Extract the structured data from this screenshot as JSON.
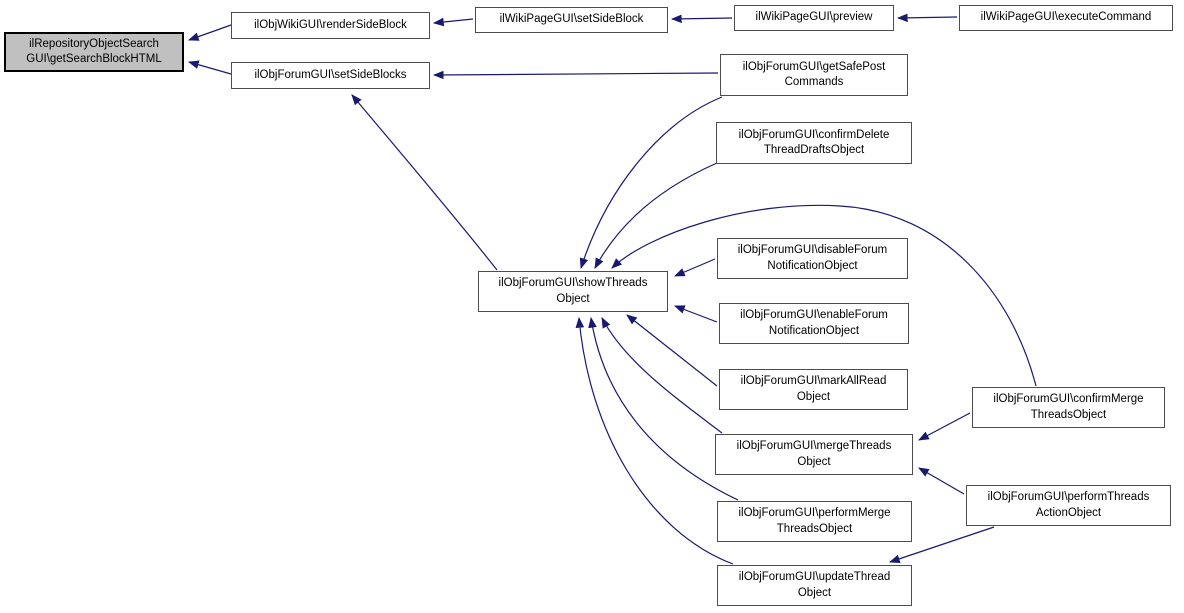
{
  "graph": {
    "kind": "caller-graph",
    "colors": {
      "edge": "#191970",
      "node_fill": "#ffffff",
      "node_border": "#4d4d4d",
      "current_node_fill": "#c0c0c0",
      "current_node_border": "#000000"
    },
    "nodes": [
      {
        "id": "getSearchBlockHTML",
        "label": "ilRepositoryObjectSearch\nGUI\\getSearchBlockHTML",
        "current": true
      },
      {
        "id": "renderSideBlock",
        "label": "ilObjWikiGUI\\renderSideBlock"
      },
      {
        "id": "setSideBlocks",
        "label": "ilObjForumGUI\\setSideBlocks"
      },
      {
        "id": "setSideBlock",
        "label": "ilWikiPageGUI\\setSideBlock"
      },
      {
        "id": "preview",
        "label": "ilWikiPageGUI\\preview"
      },
      {
        "id": "executeCommand",
        "label": "ilWikiPageGUI\\executeCommand"
      },
      {
        "id": "getSafePostCommands",
        "label": "ilObjForumGUI\\getSafePost\nCommands"
      },
      {
        "id": "confirmDeleteThreadDraftsObject",
        "label": "ilObjForumGUI\\confirmDelete\nThreadDraftsObject"
      },
      {
        "id": "showThreadsObject",
        "label": "ilObjForumGUI\\showThreads\nObject"
      },
      {
        "id": "disableForumNotificationObject",
        "label": "ilObjForumGUI\\disableForum\nNotificationObject"
      },
      {
        "id": "enableForumNotificationObject",
        "label": "ilObjForumGUI\\enableForum\nNotificationObject"
      },
      {
        "id": "markAllReadObject",
        "label": "ilObjForumGUI\\markAllRead\nObject"
      },
      {
        "id": "mergeThreadsObject",
        "label": "ilObjForumGUI\\mergeThreads\nObject"
      },
      {
        "id": "performMergeThreadsObject",
        "label": "ilObjForumGUI\\performMerge\nThreadsObject"
      },
      {
        "id": "updateThreadObject",
        "label": "ilObjForumGUI\\updateThread\nObject"
      },
      {
        "id": "confirmMergeThreadsObject",
        "label": "ilObjForumGUI\\confirmMerge\nThreadsObject"
      },
      {
        "id": "performThreadsActionObject",
        "label": "ilObjForumGUI\\performThreads\nActionObject"
      }
    ],
    "edges": [
      {
        "from": "renderSideBlock",
        "to": "getSearchBlockHTML"
      },
      {
        "from": "setSideBlocks",
        "to": "getSearchBlockHTML"
      },
      {
        "from": "setSideBlock",
        "to": "renderSideBlock"
      },
      {
        "from": "preview",
        "to": "setSideBlock"
      },
      {
        "from": "executeCommand",
        "to": "preview"
      },
      {
        "from": "getSafePostCommands",
        "to": "setSideBlocks"
      },
      {
        "from": "showThreadsObject",
        "to": "setSideBlocks"
      },
      {
        "from": "getSafePostCommands",
        "to": "showThreadsObject"
      },
      {
        "from": "confirmDeleteThreadDraftsObject",
        "to": "showThreadsObject"
      },
      {
        "from": "confirmMergeThreadsObject",
        "to": "showThreadsObject"
      },
      {
        "from": "disableForumNotificationObject",
        "to": "showThreadsObject"
      },
      {
        "from": "enableForumNotificationObject",
        "to": "showThreadsObject"
      },
      {
        "from": "markAllReadObject",
        "to": "showThreadsObject"
      },
      {
        "from": "mergeThreadsObject",
        "to": "showThreadsObject"
      },
      {
        "from": "performMergeThreadsObject",
        "to": "showThreadsObject"
      },
      {
        "from": "updateThreadObject",
        "to": "showThreadsObject"
      },
      {
        "from": "confirmMergeThreadsObject",
        "to": "mergeThreadsObject"
      },
      {
        "from": "performThreadsActionObject",
        "to": "mergeThreadsObject"
      },
      {
        "from": "performThreadsActionObject",
        "to": "updateThreadObject"
      }
    ]
  }
}
